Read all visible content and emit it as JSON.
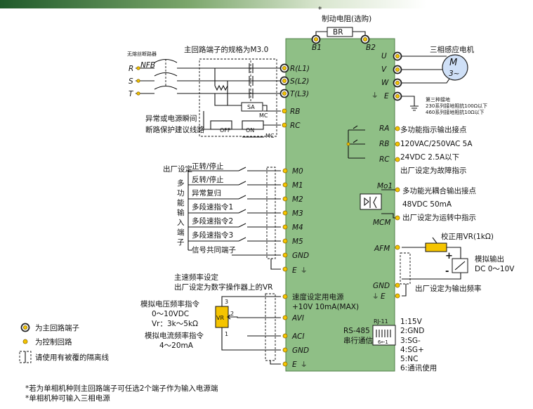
{
  "header": {
    "asterisk": "*",
    "brake_resistor": "制动电阻(选购)",
    "br": "BR",
    "b1": "B1",
    "b2": "B2"
  },
  "main_spec": "主回路端子的规格为M3.0",
  "nfb": {
    "caption": "无熔丝断路器",
    "label": "NFB"
  },
  "inputs": [
    "R",
    "S",
    "T"
  ],
  "main_terminals": [
    "R(L1)",
    "S(L2)",
    "T(L3)"
  ],
  "rb": "RB",
  "rc": "RC",
  "sa": "SA",
  "mc": "MC",
  "off": "OFF",
  "on": "ON",
  "protect_text": [
    "异常或电源瞬间",
    "断路保护建议线路"
  ],
  "motor": {
    "title": "三相感应电机",
    "m": "M",
    "phase": "3~"
  },
  "outputs": [
    "U",
    "V",
    "W",
    "E"
  ],
  "ground_note": [
    "第三种接地",
    "230系列接地阻抗100Ω以下",
    "460系列接地阻抗10Ω以下"
  ],
  "relay": {
    "terminals": [
      "RA",
      "RB",
      "RC"
    ],
    "lines": [
      "多功能指示输出接点",
      "120VAC/250VAC  5A",
      "24VDC  2.5A以下",
      "出厂设定为故障指示"
    ]
  },
  "photo": {
    "terminals": [
      "Mo1",
      "MCM"
    ],
    "lines": [
      "多功能光耦合输出接点",
      "48VDC 50mA",
      "出厂设定为运转中指示"
    ]
  },
  "digital": {
    "factory": "出厂设定",
    "side_label": [
      "多",
      "功",
      "能",
      "输",
      "入",
      "端",
      "子"
    ],
    "items": [
      {
        "label": "正转/停止",
        "terminal": "M0"
      },
      {
        "label": "反转/停止",
        "terminal": "M1"
      },
      {
        "label": "异常复归",
        "terminal": "M2"
      },
      {
        "label": "多段速指令1",
        "terminal": "M3"
      },
      {
        "label": "多段速指令2",
        "terminal": "M4"
      },
      {
        "label": "多段速指令3",
        "terminal": "M5"
      }
    ],
    "common": "信号共同端子",
    "gnd": "GND",
    "e": "E"
  },
  "freq": {
    "main_lines": [
      "主速频率设定",
      "出厂设定为数字操作器上的VR"
    ],
    "speed_lines": [
      "速度设定用电源",
      "+10V 10mA(MAX)"
    ],
    "vr": "VR",
    "pins": [
      "3",
      "2",
      "1"
    ],
    "avi": "AVI",
    "aci": "ACI",
    "gnd": "GND",
    "e": "E",
    "volt_lines": [
      "模拟电压频率指令",
      "0～10VDC",
      "Vr：3k～5kΩ"
    ],
    "curr_lines": [
      "模拟电流频率指令",
      "4～20mA"
    ]
  },
  "analog_out": {
    "afm": "AFM",
    "gnd": "GND",
    "e": "E",
    "cal": "校正用VR(1kΩ)",
    "plus": "+",
    "minus": "-",
    "lines": [
      "模拟输出",
      "DC 0～10V"
    ],
    "factory": "出厂设定为输出频率"
  },
  "comm": {
    "rj": "RJ-11",
    "pins_label": "6←1",
    "rs485": "RS-485",
    "serial": "串行通信",
    "pins": [
      "1:15V",
      "2:GND",
      "3:SG-",
      "4:SG+",
      "5:NC",
      "6:通讯使用"
    ]
  },
  "legend": [
    {
      "icon": "main-terminal-icon",
      "text": "为主回路端子"
    },
    {
      "icon": "control-terminal-icon",
      "text": "为控制回路"
    },
    {
      "icon": "shield-wire-icon",
      "text": "请使用有被覆的隔离线"
    }
  ],
  "footnotes": [
    "*若为单相机种则主回路端子可任选2个端子作为输入电源端",
    "*单相机种可输入三相电源"
  ],
  "colors": {
    "drive": "#8fbf86",
    "drive_border": "#4f7f47",
    "terminal": "#f5c400",
    "topbar": "#1f5a2a"
  }
}
